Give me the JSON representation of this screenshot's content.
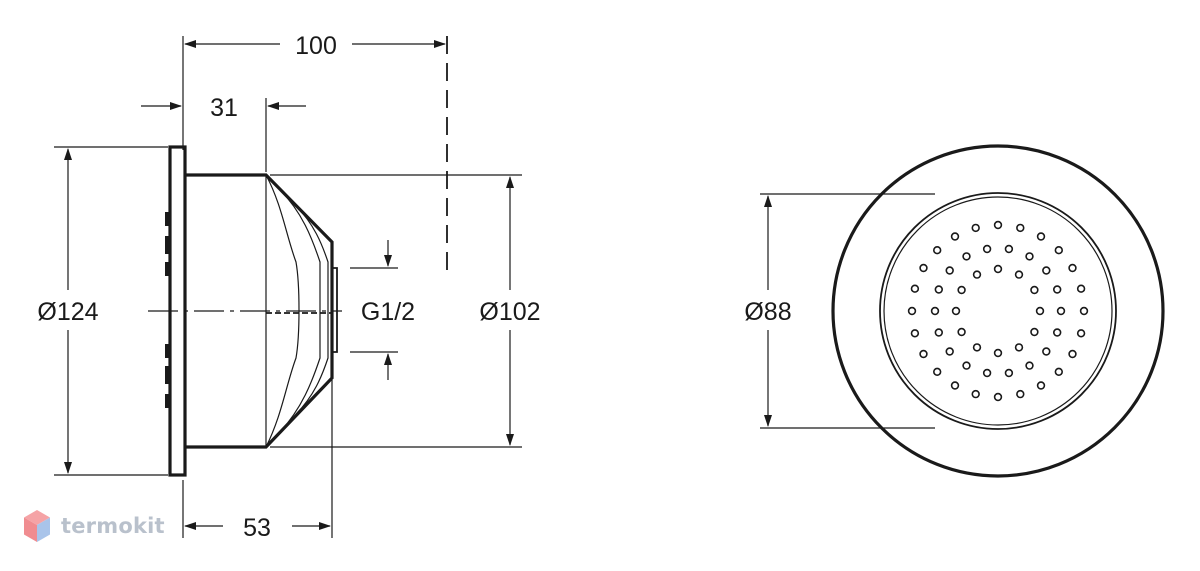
{
  "dimensions": {
    "overall_length": "100",
    "flange_offset": "31",
    "flange_diameter": "Ø124",
    "thread": "G1/2",
    "body_diameter": "Ø102",
    "face_diameter": "Ø88",
    "nozzle_length": "53"
  },
  "watermark": {
    "text": "termokit"
  },
  "colors": {
    "line": "#1a1a1a",
    "watermark": "#b9c1cc",
    "logo_light": "#f5a3a6",
    "logo_dark": "#a9c4ea"
  }
}
